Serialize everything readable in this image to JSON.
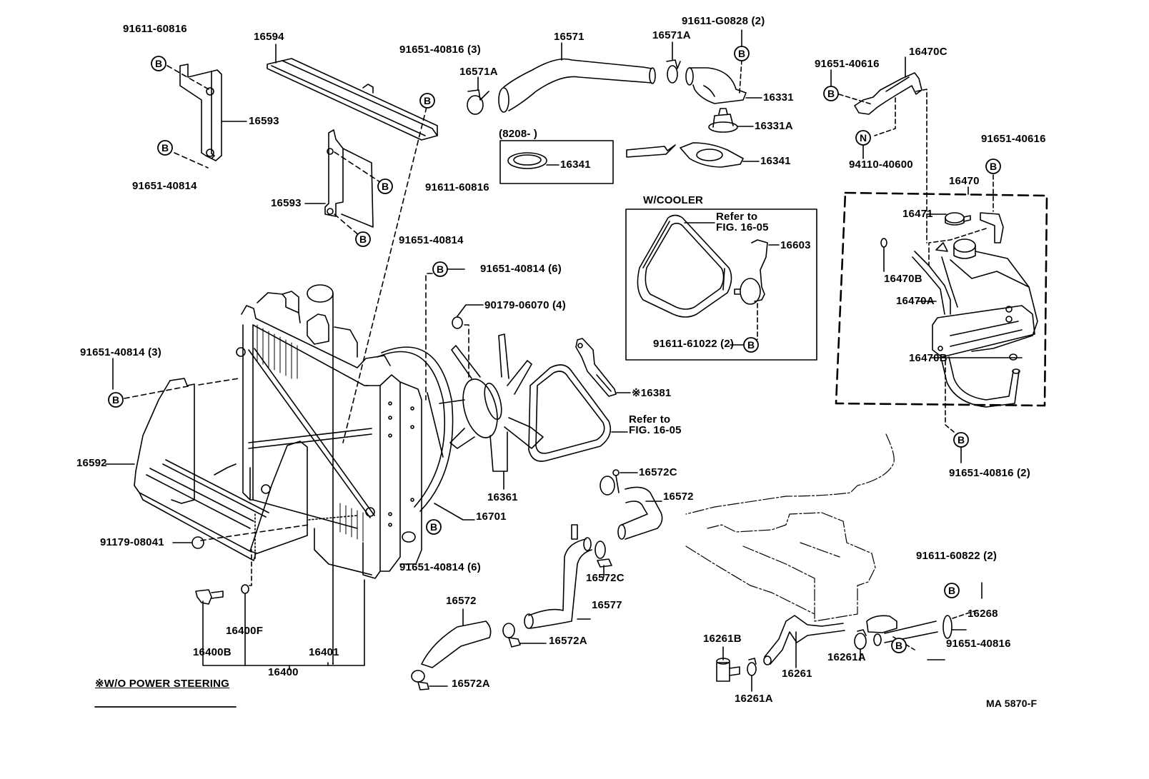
{
  "diagram": {
    "figure_code": "MA 5870-F",
    "footnote": "※W/O POWER STEERING",
    "sections": {
      "thermostat_box_label": "(8208-        )",
      "cooler_box_label": "W/COOLER"
    },
    "labels": {
      "l_91611_60816_top": "91611-60816",
      "l_16594": "16594",
      "l_16593_top": "16593",
      "l_91651_40814_top": "91651-40814",
      "l_91651_40816_3": "91651-40816 (3)",
      "l_16571A_left": "16571A",
      "l_16571": "16571",
      "l_16571A_right": "16571A",
      "l_91611_G0828": "91611-G0828 (2)",
      "l_16331": "16331",
      "l_16331A": "16331A",
      "l_16341_box": "16341",
      "l_16341": "16341",
      "l_91651_40616_a": "91651-40616",
      "l_16470C": "16470C",
      "l_94110_40600": "94110-40600",
      "l_91651_40616_b": "91651-40616",
      "l_16470": "16470",
      "l_16471": "16471",
      "l_16470B_top": "16470B",
      "l_16470A": "16470A",
      "l_16470B_bottom": "16470B",
      "l_91651_40816_2": "91651-40816 (2)",
      "l_91611_60816_mid": "91611-60816",
      "l_16593_mid": "16593",
      "l_91651_40814_mid": "91651-40814",
      "l_91651_40814_6_top": "91651-40814 (6)",
      "l_90179_06070": "90179-06070 (4)",
      "l_refer_cooler_1": "Refer to",
      "l_refer_cooler_2": "FIG. 16-05",
      "l_16603": "16603",
      "l_91611_61022": "91611-61022 (2)",
      "l_91651_40814_3": "91651-40814 (3)",
      "l_16381": "※16381",
      "l_refer_belt_1": "Refer to",
      "l_refer_belt_2": "FIG. 16-05",
      "l_16592": "16592",
      "l_16361": "16361",
      "l_16701": "16701",
      "l_16572C_top": "16572C",
      "l_16572_right": "16572",
      "l_91179_08041": "91179-08041",
      "l_91651_40814_6_bottom": "91651-40814 (6)",
      "l_16572C_bottom": "16572C",
      "l_91611_60822": "91611-60822 (2)",
      "l_16572_left": "16572",
      "l_16577": "16577",
      "l_16268": "16268",
      "l_16400F": "16400F",
      "l_16261B": "16261B",
      "l_16572A_right": "16572A",
      "l_16261A_right": "16261A",
      "l_91651_40816": "91651-40816",
      "l_16400B": "16400B",
      "l_16401": "16401",
      "l_16261": "16261",
      "l_16400": "16400",
      "l_16572A_bottom": "16572A",
      "l_16261A_bottom": "16261A"
    },
    "callout_symbols": {
      "bolt": "B",
      "nut": "N"
    },
    "colors": {
      "ink": "#000000",
      "paper": "#ffffff"
    }
  }
}
